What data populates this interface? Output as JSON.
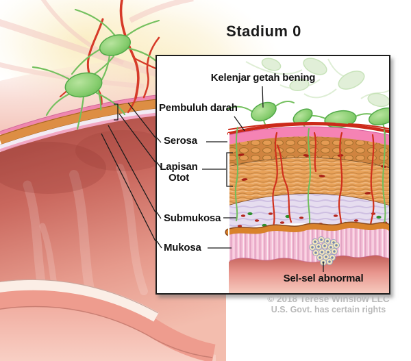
{
  "title": "Stadium 0",
  "inset": {
    "labels": {
      "lymph_node": "Kelenjar getah bening",
      "blood_vessel": "Pembuluh darah",
      "serosa": "Serosa",
      "muscle_layer_line1": "Lapisan",
      "muscle_layer_line2": "Otot",
      "submucosa": "Submukosa",
      "mucosa": "Mukosa",
      "abnormal_cells": "Sel-sel abnormal"
    }
  },
  "copyright": {
    "line1": "© 2018 Terese Winslow LLC",
    "line2": "U.S. Govt. has certain rights"
  },
  "colors": {
    "label_text": "#121212",
    "copyright_text": "#b9b9b9",
    "inset_border": "#1c1c1c",
    "lymph_node_green": "#7cc05f",
    "lymph_node_faded": "#dcedd2",
    "vessel_red": "#cc2a1a",
    "serosa_pink": "#f583b4",
    "muscle_orange": "#d98a42",
    "submucosa_lavender": "#e6ddef",
    "mucosa_pink": "#f6c4d9",
    "lumen_salmon": "#e8958d",
    "abnormal_cell_fill": "#f5e7bc",
    "colon_interior_red": "#b04f49",
    "colon_rim_salmon": "#ee9c8e"
  }
}
